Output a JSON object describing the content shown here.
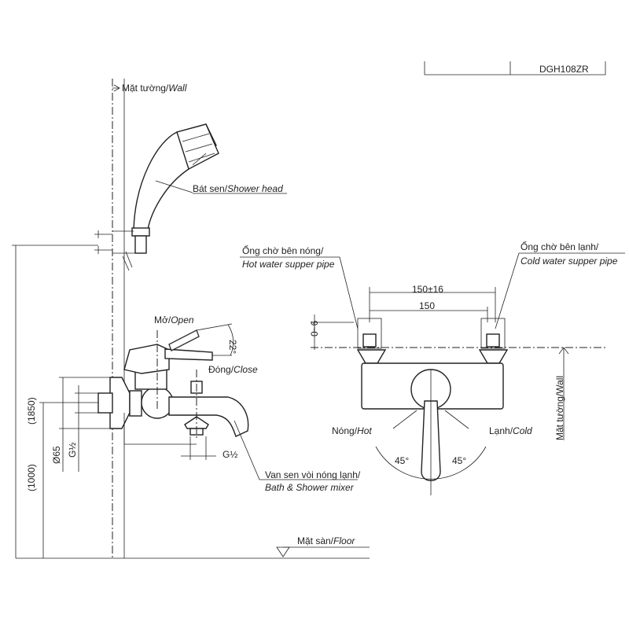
{
  "title_block": {
    "model": "DGH108ZR"
  },
  "side_view": {
    "wall_label": "Mặt tường/",
    "wall_label_en": "Wall",
    "shower_head_label": "Bát sen/",
    "shower_head_label_en": "Shower head",
    "open_label": "Mở/",
    "open_label_en": "Open",
    "angle_label": "22°",
    "close_label": "Đóng/",
    "close_label_en": "Close",
    "outlet_thread": "G½",
    "inlet_thread": "G½",
    "flange_dia": "Ø65",
    "height_1000": "(1000)",
    "height_1850": "(1850)",
    "mixer_label": "Van sen vòi nóng lạnh/",
    "mixer_label_en": "Bath & Shower mixer",
    "floor_label": "Mặt sàn/",
    "floor_label_en": "Floor"
  },
  "front_view": {
    "hot_pipe_label": "Ống chờ bên nóng/",
    "hot_pipe_label_en": "Hot water supper pipe",
    "cold_pipe_label": "Ống chờ bên lạnh/",
    "cold_pipe_label_en": "Cold water supper pipe",
    "dim_outer": "150±16",
    "dim_inner": "150",
    "dim_depth": "0~6",
    "wall_label": "Mặt tường/Wall",
    "hot_label": "Nóng/",
    "hot_label_en": "Hot",
    "cold_label": "Lạnh/",
    "cold_label_en": "Cold",
    "angle_left": "45°",
    "angle_right": "45°"
  }
}
